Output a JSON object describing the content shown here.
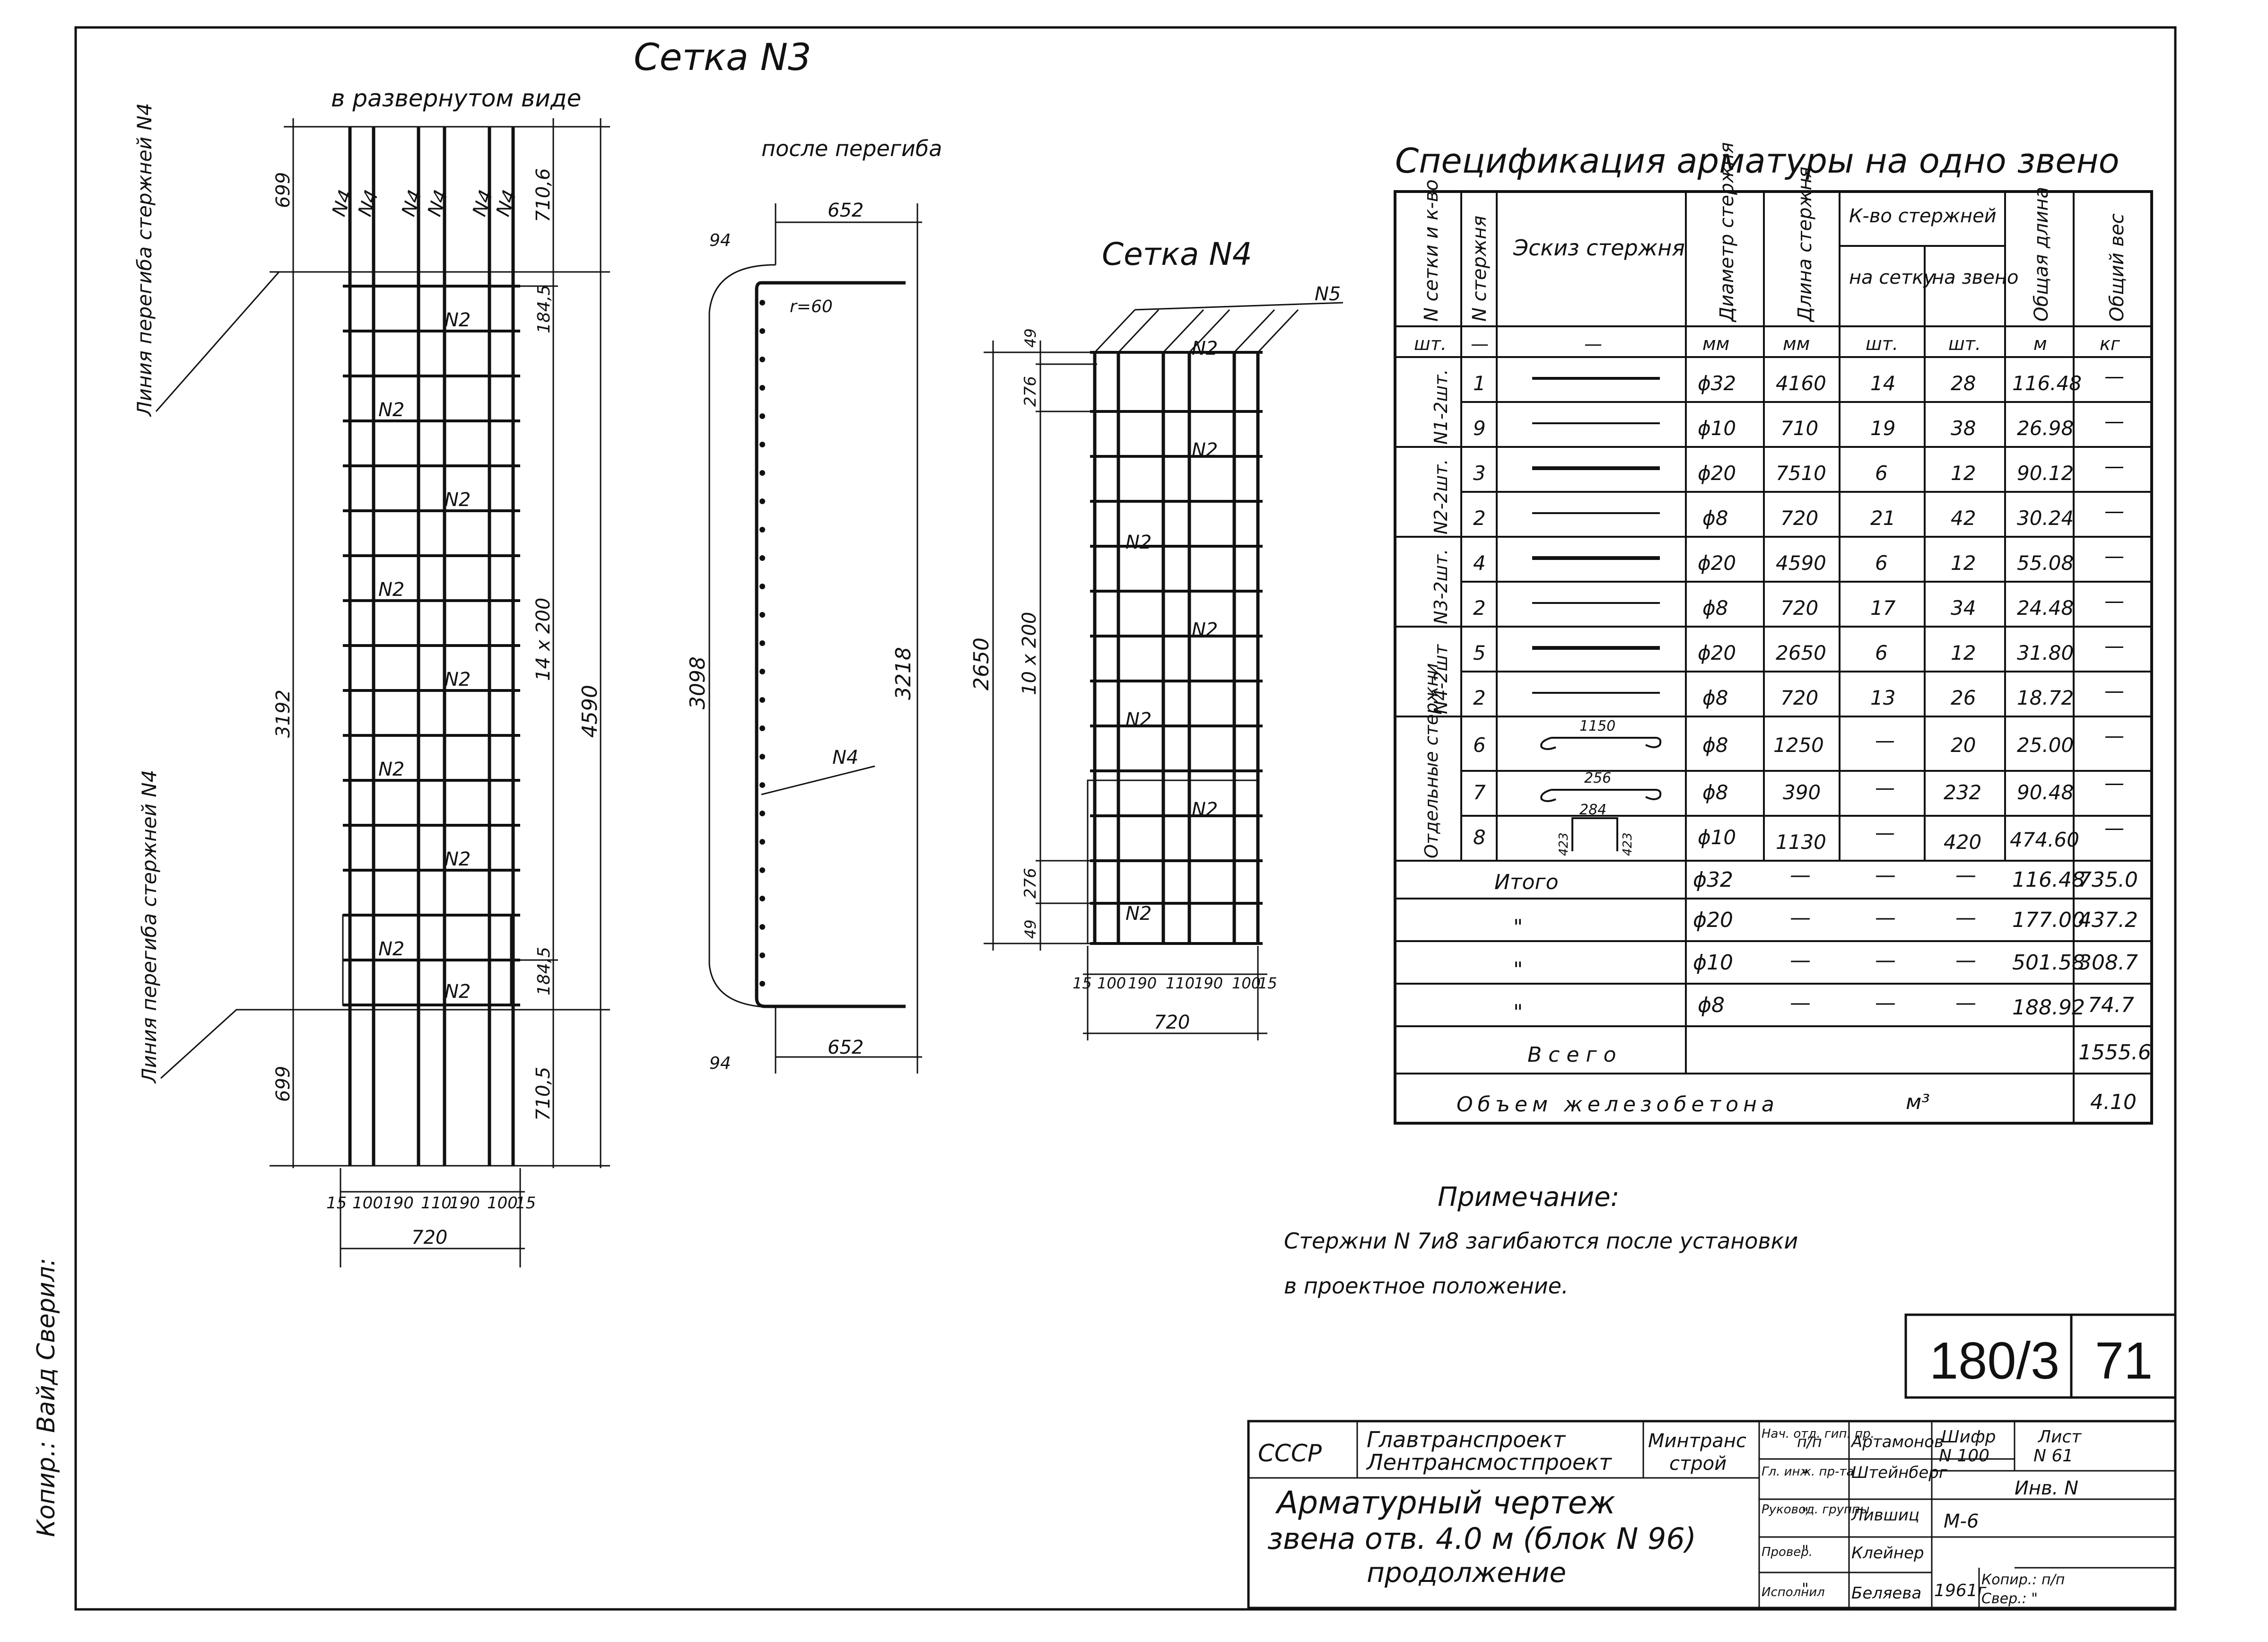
{
  "sheet": {
    "number": "180/3",
    "page": "71"
  },
  "mesh3": {
    "title": "Сетка N3",
    "subtitle": "в развернутом виде",
    "bend_line_label": "Линия перегиба стержней N4",
    "dims_left": [
      "699",
      "3192",
      "699"
    ],
    "dims_right": [
      "710,6",
      "184,5",
      "14 x 200",
      "184,5",
      "710,5"
    ],
    "overall": "4590",
    "bar_labels_top": [
      "N4",
      "N4",
      "N4",
      "N4",
      "N4",
      "N4"
    ],
    "cross_label": "N2",
    "bottom_dims": [
      "15",
      "100",
      "190",
      "110",
      "190",
      "100",
      "15"
    ],
    "width": "720"
  },
  "bent": {
    "title": "после перегиба",
    "dim_top": "652",
    "dim_bottom": "652",
    "r_top": "94",
    "r_bottom": "94",
    "r_inner": "r=60",
    "h_outer": "3098",
    "h_inner": "3218",
    "bar_label": "N4"
  },
  "mesh4": {
    "title": "Сетка N4",
    "n5_label": "N5",
    "dims_left": [
      "49",
      "276",
      "10 x 200",
      "276",
      "49"
    ],
    "height": "2650",
    "cross_label": "N2",
    "bottom_dims": [
      "15",
      "100",
      "190",
      "110",
      "190",
      "100",
      "15"
    ],
    "width": "720"
  },
  "spec": {
    "title": "Спецификация арматуры на одно звено",
    "headers": {
      "mesh": "N сетки и к-во",
      "bar": "N стержня",
      "sketch": "Эскиз стержня",
      "diam": "Диаметр стержня",
      "length": "Длина стержня",
      "count": "К-во стержней",
      "per_mesh": "на сетку",
      "per_link": "на звено",
      "total_len": "Общая длина",
      "weight": "Общий вес"
    },
    "units": [
      "шт.",
      "—",
      "—",
      "мм",
      "мм",
      "шт.",
      "шт.",
      "м",
      "кг"
    ],
    "groups": [
      "N1-2шт.",
      "N2-2шт.",
      "N3-2шт.",
      "N4-2шт",
      "Отдельные стержни"
    ],
    "rows": [
      {
        "bar": "1",
        "diam": "ϕ32",
        "len": "4160",
        "mesh": "14",
        "link": "28",
        "total": "116.48",
        "w": "—"
      },
      {
        "bar": "9",
        "diam": "ϕ10",
        "len": "710",
        "mesh": "19",
        "link": "38",
        "total": "26.98",
        "w": "—"
      },
      {
        "bar": "3",
        "diam": "ϕ20",
        "len": "7510",
        "mesh": "6",
        "link": "12",
        "total": "90.12",
        "w": "—"
      },
      {
        "bar": "2",
        "diam": "ϕ8",
        "len": "720",
        "mesh": "21",
        "link": "42",
        "total": "30.24",
        "w": "—"
      },
      {
        "bar": "4",
        "diam": "ϕ20",
        "len": "4590",
        "mesh": "6",
        "link": "12",
        "total": "55.08",
        "w": "—"
      },
      {
        "bar": "2",
        "diam": "ϕ8",
        "len": "720",
        "mesh": "17",
        "link": "34",
        "total": "24.48",
        "w": "—"
      },
      {
        "bar": "5",
        "diam": "ϕ20",
        "len": "2650",
        "mesh": "6",
        "link": "12",
        "total": "31.80",
        "w": "—"
      },
      {
        "bar": "2",
        "diam": "ϕ8",
        "len": "720",
        "mesh": "13",
        "link": "26",
        "total": "18.72",
        "w": "—"
      },
      {
        "bar": "6",
        "diam": "ϕ8",
        "len": "1250",
        "mesh": "—",
        "link": "20",
        "total": "25.00",
        "w": "—",
        "sketch": "1150"
      },
      {
        "bar": "7",
        "diam": "ϕ8",
        "len": "390",
        "mesh": "—",
        "link": "232",
        "total": "90.48",
        "w": "—",
        "sketch": "256"
      },
      {
        "bar": "8",
        "diam": "ϕ10",
        "len": "1130",
        "mesh": "—",
        "link": "420",
        "total": "474.60",
        "w": "—",
        "sketch": "284",
        "sketch_side": "423"
      }
    ],
    "totals_label": "Итого",
    "ditto": "\"",
    "totals": [
      {
        "diam": "ϕ32",
        "total": "116.48",
        "w": "735.0"
      },
      {
        "diam": "ϕ20",
        "total": "177.00",
        "w": "437.2"
      },
      {
        "diam": "ϕ10",
        "total": "501.58",
        "w": "308.7"
      },
      {
        "diam": "ϕ8",
        "total": "188.92",
        "w": "74.7"
      }
    ],
    "dash": "—",
    "all_label": "Всего",
    "all_value": "1555.6",
    "volume_label": "Объем железобетона",
    "volume_unit": "м³",
    "volume_value": "4.10"
  },
  "note": {
    "title": "Примечание:",
    "line1": "Стержни N 7и8 загибаются после установки",
    "line2": "в проектное положение."
  },
  "stamp": {
    "country": "СССР",
    "org1": "Главтранспроект",
    "org2": "Лентрансмостпроект",
    "ministry1": "Минтранс",
    "ministry2": "строй",
    "title1": "Арматурный чертеж",
    "title2": "звена отв. 4.0 м (блок N 96)",
    "title3": "продолжение",
    "roles": [
      "Нач. отд. гип. пр.",
      "Гл. инж. пр-та",
      "Руковод. группы",
      "Провер.",
      "Исполнил"
    ],
    "signs": [
      "п/п",
      "\"",
      "\"",
      "\"",
      "\""
    ],
    "names": [
      "Артамонов",
      "Штейнберг",
      "Лившиц",
      "Клейнер",
      "Беляева"
    ],
    "cipher_label": "Шифр",
    "cipher": "N 100",
    "sheet_label": "Лист",
    "sheet": "N 61",
    "inv_label": "Инв. N",
    "inv": "М-6",
    "year": "1961г",
    "copy": "Копир.: п/п",
    "check": "Свер.: \""
  },
  "margin": {
    "text": "Копир.: Вайд Сверил:"
  }
}
